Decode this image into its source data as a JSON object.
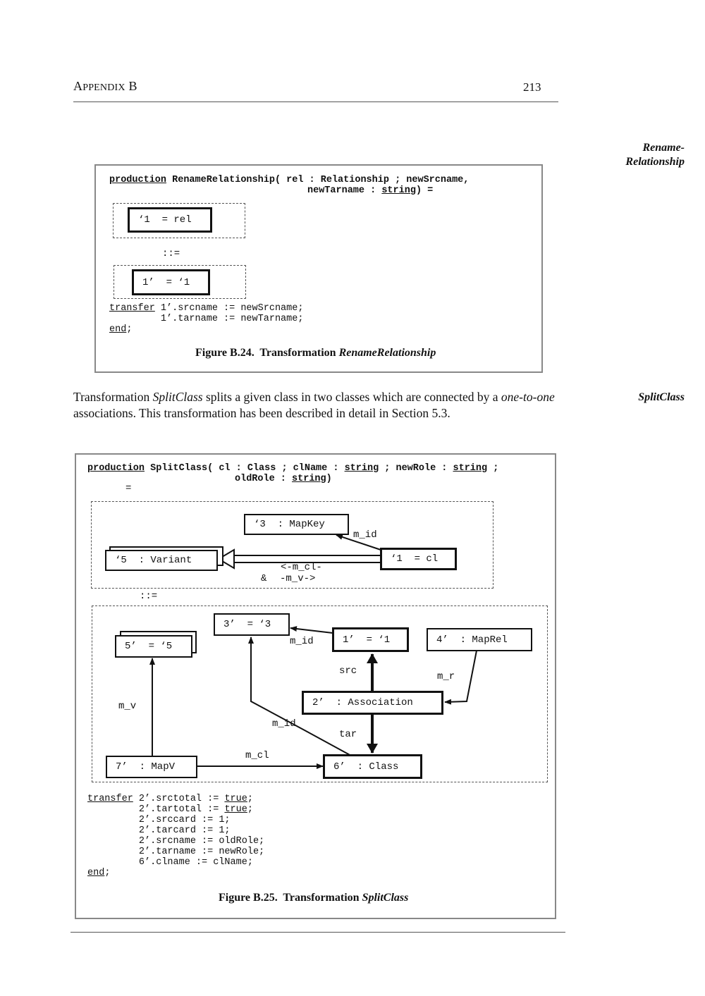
{
  "header": {
    "section_first": "A",
    "section_rest": "PPENDIX",
    "section_letter": "B",
    "page_number": "213"
  },
  "margin_notes": {
    "rename_line1": "Rename-",
    "rename_line2": "Relationship",
    "split": "SplitClass"
  },
  "fig24": {
    "code_line1_kw": "production",
    "code_line1_rest": " RenameRelationship( rel : Relationship ; newSrcname,",
    "code_line2_pre": "newTarname : ",
    "code_line2_kw": "string",
    "code_line2_post": ") =",
    "lhs_node": "‘1  = rel",
    "rewrite_symbol": "::=",
    "rhs_node": "1’  = ‘1",
    "transfer_kw": "transfer",
    "transfer_line1": " 1’.srcname := newSrcname;",
    "transfer_line2": "         1’.tarname := newTarname;",
    "end_kw": "end",
    "end_semicolon": ";",
    "caption_prefix": "Figure B.24.  Transformation ",
    "caption_name": "RenameRelationship"
  },
  "paragraph": {
    "t1": "Transformation ",
    "i1": "SplitClass",
    "t2": " splits a given class in two classes which are connected by a ",
    "i2": "one-to-one",
    "t3": " associations. This transformation has been described in detail in Section 5.3."
  },
  "fig25": {
    "code_line1_kw": "production",
    "code_line1_a": " SplitClass( cl : Class ; clName : ",
    "code_line1_kw2": "string",
    "code_line1_b": " ; newRole : ",
    "code_line1_kw3": "string",
    "code_line1_c": " ;",
    "code_line2_pre": "oldRole : ",
    "code_line2_kw": "string",
    "code_line2_post": ")",
    "equals": "=",
    "lhs": {
      "mapkey": "‘3  : MapKey",
      "variant": "‘5  : Variant",
      "cl": "‘1  = cl",
      "m_id": "m_id",
      "m_cl": "<-m_cl-",
      "amp": "&",
      "m_v": "-m_v->"
    },
    "rewrite_symbol": "::=",
    "rhs": {
      "n3": "3’  = ‘3",
      "n1": "1’  = ‘1",
      "n4": "4’  : MapRel",
      "n5": "5’  = ‘5",
      "n2": "2’  : Association",
      "n7": "7’  : MapV",
      "n6": "6’  : Class",
      "m_id_top": "m_id",
      "src": "src",
      "m_r": "m_r",
      "m_v": "m_v",
      "m_id_low": "m_id",
      "tar": "tar",
      "m_cl": "m_cl"
    },
    "transfer_kw": "transfer",
    "t1_pre": " 2’.srctotal := ",
    "true_kw": "true",
    "t_semi": ";",
    "t2_pre": "         2’.tartotal := ",
    "t3": "         2’.srccard := 1;",
    "t4": "         2’.tarcard := 1;",
    "t5": "         2’.srcname := oldRole;",
    "t6": "         2’.tarname := newRole;",
    "t7": "         6’.clname := clName;",
    "end_kw": "end",
    "end_semicolon": ";",
    "caption_prefix": "Figure B.25.  Transformation ",
    "caption_name": "SplitClass"
  }
}
